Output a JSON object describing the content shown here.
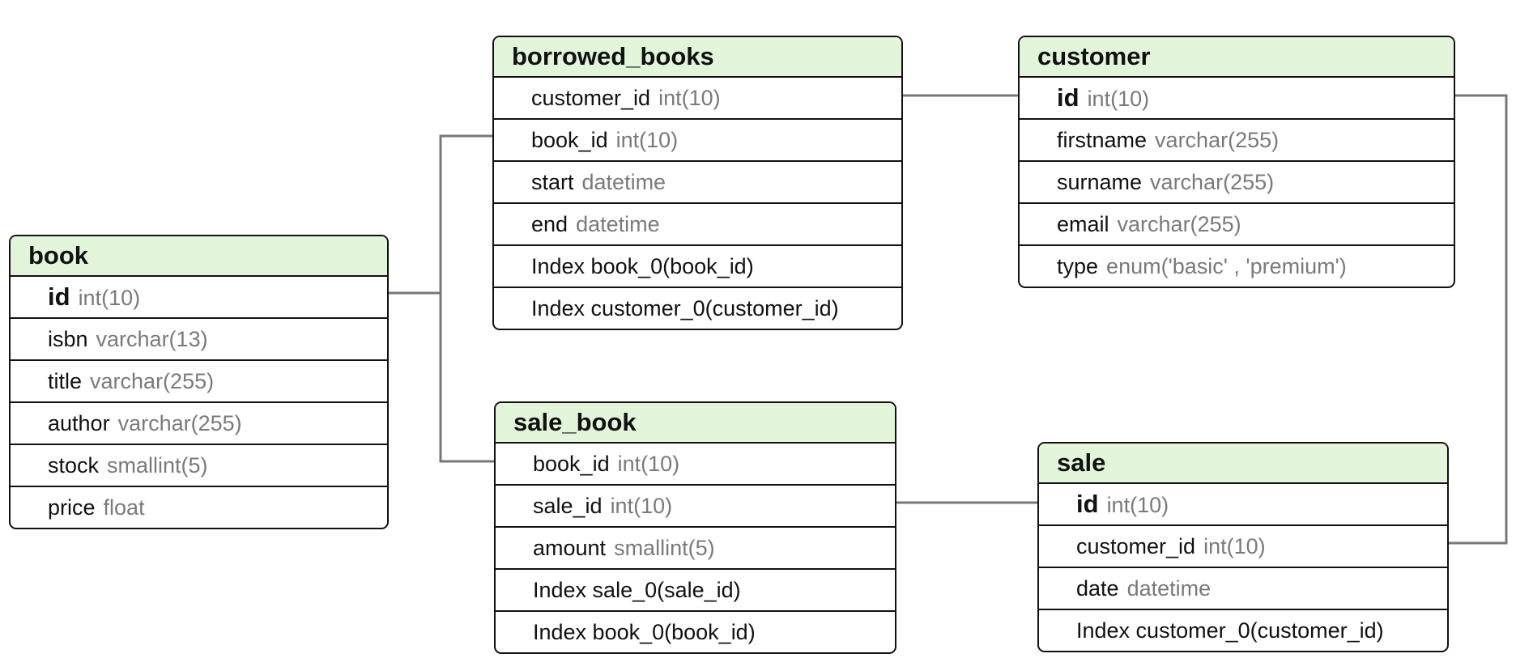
{
  "colors": {
    "header_fill": "#e2f4d9",
    "border": "#111111",
    "type_text": "#7a7a7a",
    "connector": "#777777"
  },
  "tables": {
    "book": {
      "name": "book",
      "rows": [
        {
          "col": "id",
          "type": "int(10)"
        },
        {
          "col": "isbn",
          "type": "varchar(13)"
        },
        {
          "col": "title",
          "type": "varchar(255)"
        },
        {
          "col": "author",
          "type": "varchar(255)"
        },
        {
          "col": "stock",
          "type": "smallint(5)"
        },
        {
          "col": "price",
          "type": "float"
        }
      ]
    },
    "borrowed_books": {
      "name": "borrowed_books",
      "rows": [
        {
          "col": "customer_id",
          "type": "int(10)"
        },
        {
          "col": "book_id",
          "type": "int(10)"
        },
        {
          "col": "start",
          "type": "datetime"
        },
        {
          "col": "end",
          "type": "datetime"
        },
        {
          "index": "Index book_0(book_id)"
        },
        {
          "index": "Index customer_0(customer_id)"
        }
      ]
    },
    "customer": {
      "name": "customer",
      "rows": [
        {
          "col": "id",
          "type": "int(10)"
        },
        {
          "col": "firstname",
          "type": "varchar(255)"
        },
        {
          "col": "surname",
          "type": "varchar(255)"
        },
        {
          "col": "email",
          "type": "varchar(255)"
        },
        {
          "col": "type",
          "type": "enum('basic' , 'premium')"
        }
      ]
    },
    "sale_book": {
      "name": "sale_book",
      "rows": [
        {
          "col": "book_id",
          "type": "int(10)"
        },
        {
          "col": "sale_id",
          "type": "int(10)"
        },
        {
          "col": "amount",
          "type": "smallint(5)"
        },
        {
          "index": "Index sale_0(sale_id)"
        },
        {
          "index": "Index book_0(book_id)"
        }
      ]
    },
    "sale": {
      "name": "sale",
      "rows": [
        {
          "col": "id",
          "type": "int(10)"
        },
        {
          "col": "customer_id",
          "type": "int(10)"
        },
        {
          "col": "date",
          "type": "datetime"
        },
        {
          "index": "Index customer_0(customer_id)"
        }
      ]
    }
  }
}
